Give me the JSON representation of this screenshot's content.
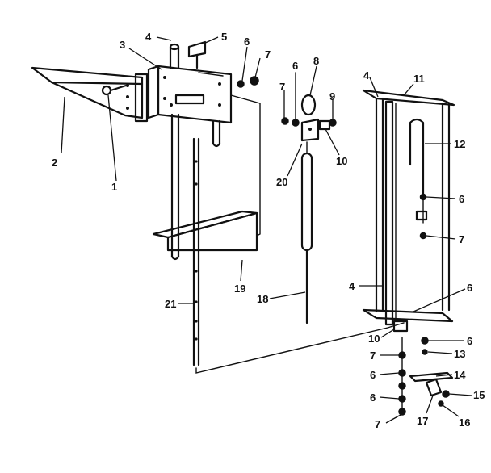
{
  "callouts": [
    {
      "id": "c1",
      "text": "1"
    },
    {
      "id": "c2",
      "text": "2"
    },
    {
      "id": "c3",
      "text": "3"
    },
    {
      "id": "c4a",
      "text": "4"
    },
    {
      "id": "c5",
      "text": "5"
    },
    {
      "id": "c6a",
      "text": "6"
    },
    {
      "id": "c7a",
      "text": "7"
    },
    {
      "id": "c6b",
      "text": "6"
    },
    {
      "id": "c7b",
      "text": "7"
    },
    {
      "id": "c8",
      "text": "8"
    },
    {
      "id": "c9",
      "text": "9"
    },
    {
      "id": "c10a",
      "text": "10"
    },
    {
      "id": "c20",
      "text": "20"
    },
    {
      "id": "c4b",
      "text": "4"
    },
    {
      "id": "c11",
      "text": "11"
    },
    {
      "id": "c12",
      "text": "12"
    },
    {
      "id": "c6c",
      "text": "6"
    },
    {
      "id": "c7c",
      "text": "7"
    },
    {
      "id": "c4c",
      "text": "4"
    },
    {
      "id": "c6d",
      "text": "6"
    },
    {
      "id": "c19",
      "text": "19"
    },
    {
      "id": "c21",
      "text": "21"
    },
    {
      "id": "c18",
      "text": "18"
    },
    {
      "id": "c10b",
      "text": "10"
    },
    {
      "id": "c6e",
      "text": "6"
    },
    {
      "id": "c7d",
      "text": "7"
    },
    {
      "id": "c13",
      "text": "13"
    },
    {
      "id": "c6f",
      "text": "6"
    },
    {
      "id": "c14",
      "text": "14"
    },
    {
      "id": "c6g",
      "text": "6"
    },
    {
      "id": "c15",
      "text": "15"
    },
    {
      "id": "c7e",
      "text": "7"
    },
    {
      "id": "c17",
      "text": "17"
    },
    {
      "id": "c16",
      "text": "16"
    }
  ]
}
